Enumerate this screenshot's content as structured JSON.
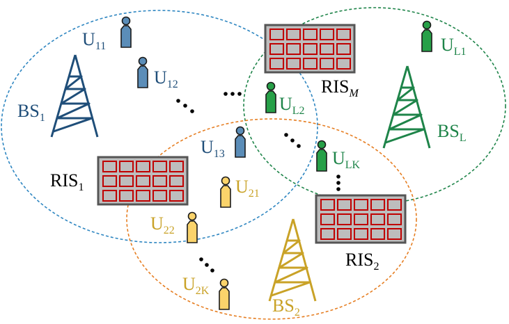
{
  "colors": {
    "blue": "#1F4E79",
    "blue_fill": "#5B8DB8",
    "green": "#1E8449",
    "green_fill": "#27A048",
    "gold": "#C9A227",
    "gold_fill": "#FAD36B",
    "blue_circle": "#2E86C1",
    "orange_circle": "#E67E22",
    "green_circle": "#1E8449",
    "ris_frame": "#555555",
    "ris_fill": "#BDBDBD",
    "ris_cell": "#C00000",
    "text_black": "#000000"
  },
  "icons": {
    "base_station": "tower-icon",
    "user": "user-icon",
    "ris": "ris-panel-icon"
  },
  "labels": {
    "bs1": {
      "main": "BS",
      "sub": "1"
    },
    "bsL": {
      "main": "BS",
      "sub": "L"
    },
    "bs2": {
      "main": "BS",
      "sub": "2"
    },
    "ris1": {
      "main": "RIS",
      "sub": "1"
    },
    "risM": {
      "main": "RIS",
      "sub": "M"
    },
    "ris2": {
      "main": "RIS",
      "sub": "2"
    },
    "u11": {
      "main": "U",
      "sub": "11"
    },
    "u12": {
      "main": "U",
      "sub": "12"
    },
    "u13": {
      "main": "U",
      "sub": "13"
    },
    "uL1": {
      "main": "U",
      "sub": "L1"
    },
    "uL2": {
      "main": "U",
      "sub": "L2"
    },
    "uLK": {
      "main": "U",
      "sub": "LK"
    },
    "u21": {
      "main": "U",
      "sub": "21"
    },
    "u22": {
      "main": "U",
      "sub": "22"
    },
    "u2K": {
      "main": "U",
      "sub": "2K"
    }
  }
}
